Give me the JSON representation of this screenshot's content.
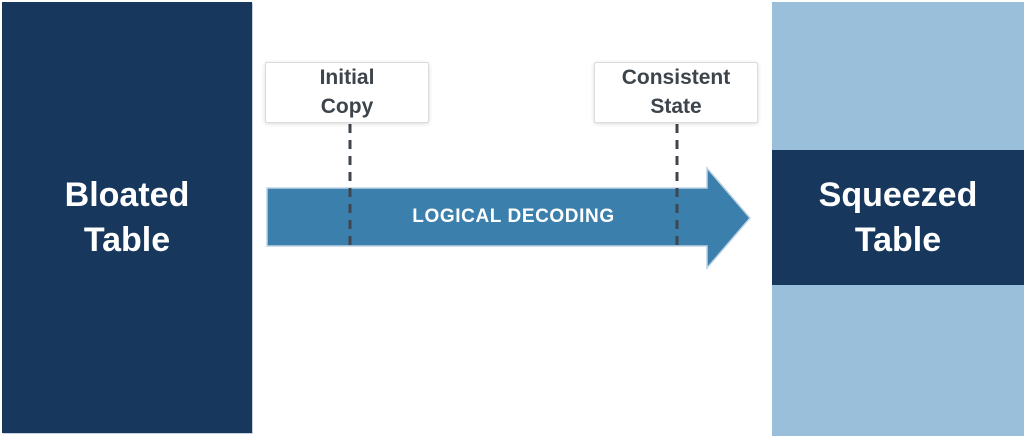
{
  "diagram": {
    "bloated_table": {
      "label": "Bloated\nTable"
    },
    "squeezed_table": {
      "label": "Squeezed\nTable"
    },
    "arrow": {
      "label": "LOGICAL DECODING"
    },
    "markers": [
      {
        "label": "Initial\nCopy"
      },
      {
        "label": "Consistent\nState"
      }
    ],
    "colors": {
      "navy": "#17375c",
      "light_blue": "#9abfda",
      "arrow_blue": "#3b80ad",
      "dash_gray": "#3f464d",
      "marker_text": "#3d444b",
      "background": "#ffffff"
    }
  }
}
